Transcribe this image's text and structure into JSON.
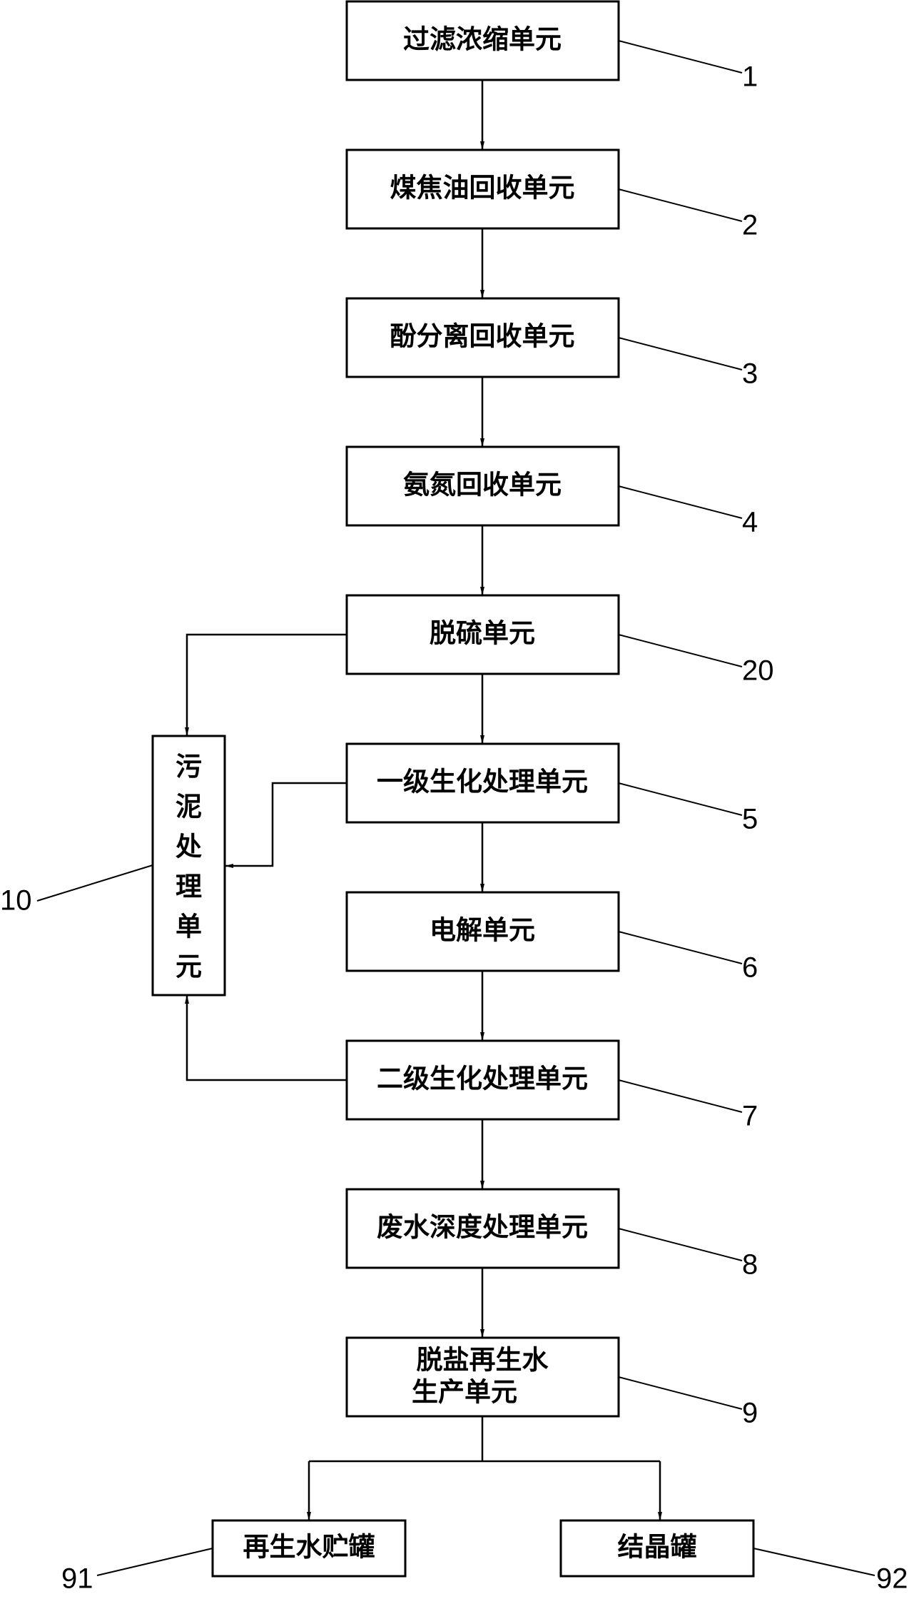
{
  "units": [
    {
      "label": "过滤浓缩单元",
      "ref": "1"
    },
    {
      "label": "煤焦油回收单元",
      "ref": "2"
    },
    {
      "label": "酚分离回收单元",
      "ref": "3"
    },
    {
      "label": "氨氮回收单元",
      "ref": "4"
    },
    {
      "label": "脱硫单元",
      "ref": "20"
    },
    {
      "label": "一级生化处理单元",
      "ref": "5"
    },
    {
      "label": "电解单元",
      "ref": "6"
    },
    {
      "label": "二级生化处理单元",
      "ref": "7"
    },
    {
      "label": "废水深度处理单元",
      "ref": "8"
    },
    {
      "label": "脱盐再生水",
      "label2": "生产单元",
      "ref": "9"
    }
  ],
  "sludge": {
    "chars": [
      "污",
      "泥",
      "处",
      "理",
      "单",
      "元"
    ],
    "ref": "10"
  },
  "outputs": [
    {
      "label": "再生水贮罐",
      "ref": "91"
    },
    {
      "label": "结晶罐",
      "ref": "92"
    }
  ]
}
